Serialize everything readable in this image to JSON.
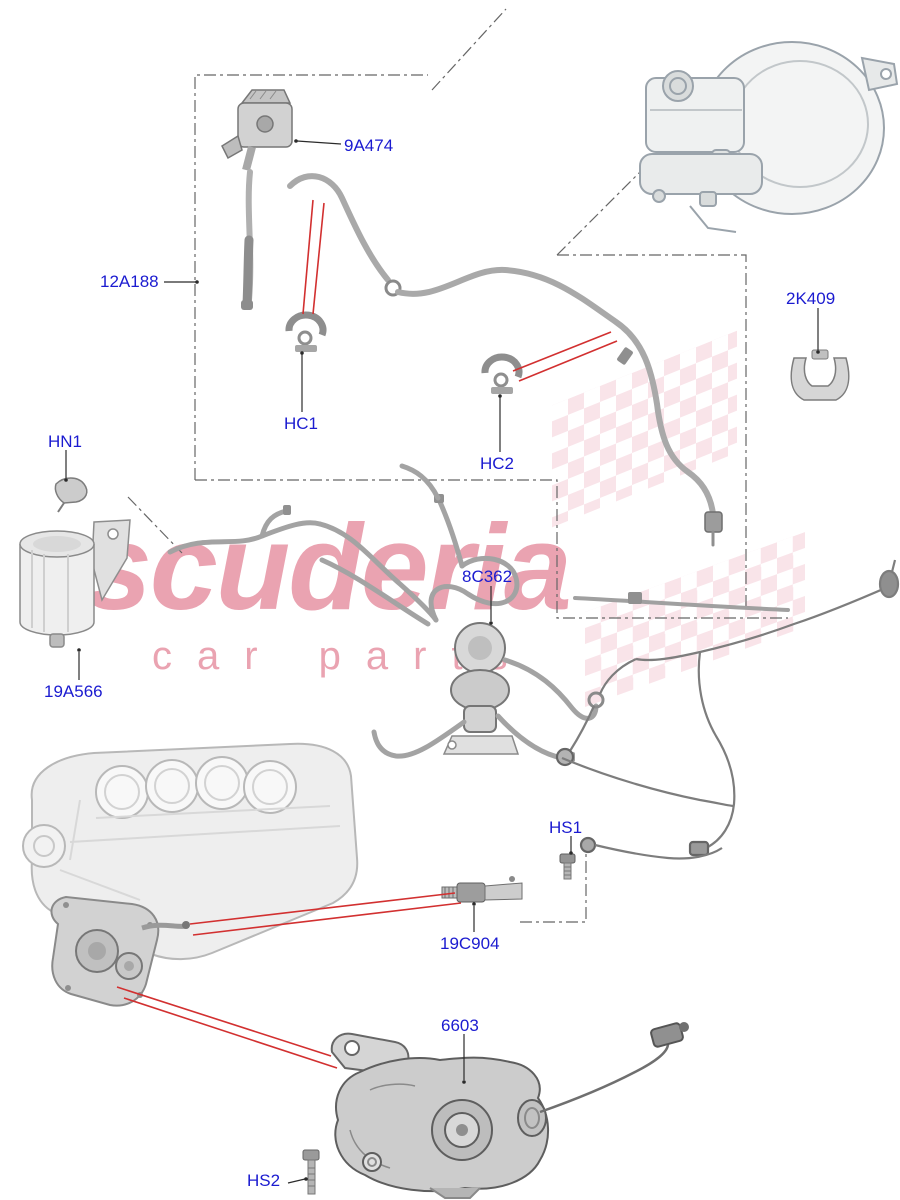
{
  "watermark": {
    "brand": "scuderia",
    "subtitle": "car parts",
    "color": "#eaa3b1"
  },
  "labels": [
    {
      "text": "9A474"
    },
    {
      "text": "12A188"
    },
    {
      "text": "2K409"
    },
    {
      "text": "HC1"
    },
    {
      "text": "HC2"
    },
    {
      "text": "HN1"
    },
    {
      "text": "8C362"
    },
    {
      "text": "19A566"
    },
    {
      "text": "HS1"
    },
    {
      "text": "19C904"
    },
    {
      "text": "6603"
    },
    {
      "text": "HS2"
    }
  ],
  "artwork": [
    "brake-booster-and-master-cylinder",
    "vacuum-solenoid-valve",
    "vacuum-hose-assembly",
    "hose-clips",
    "vacuum-reservoir-canister",
    "hose-and-valve-cluster",
    "wiring-harness",
    "engine-block",
    "oil-sensor",
    "vacuum-pump",
    "mounting-bolts"
  ],
  "colors": {
    "label_blue": "#1b1bd0",
    "leader_red": "#d23030",
    "watermark_pink": "#eaa3b1",
    "art_gray": "#a3a3a3"
  }
}
